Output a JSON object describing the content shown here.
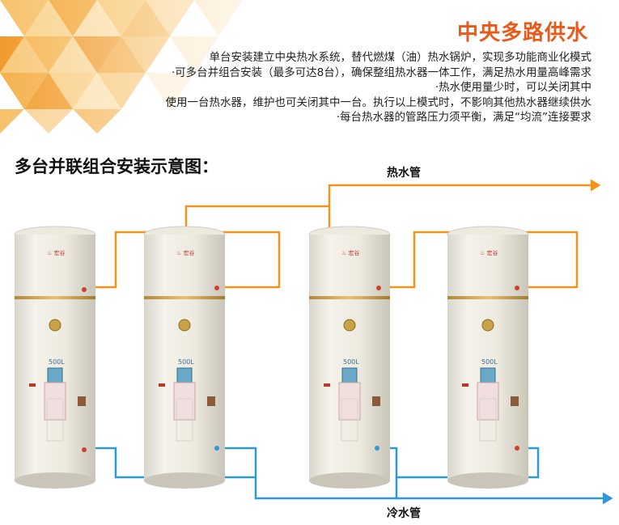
{
  "header": {
    "title": "中央多路供水",
    "lines": [
      "单台安装建立中央热水系统，替代燃煤（油）热水锅炉，实现多功能商业化模式",
      "·可多台并组合安装（最多可达8台），确保整组热水器一体工作，满足热水用量高峰需求",
      "·热水使用量少时，可以关闭其中",
      "使用一台热水器，维护也可关闭其中一台。执行以上模式时，不影响其他热水器继续供水",
      "·每台热水器的管路压力须平衡，满足“均流”连接要求"
    ]
  },
  "diagram": {
    "title": "多台并联组合安装示意图：",
    "hot_pipe_label": "热水管",
    "cold_pipe_label": "冷水管",
    "heater_capacity_label": "500L",
    "hot_pipe_color": "#f0941e",
    "cold_pipe_color": "#2a9ad8",
    "heater_count": 4
  }
}
